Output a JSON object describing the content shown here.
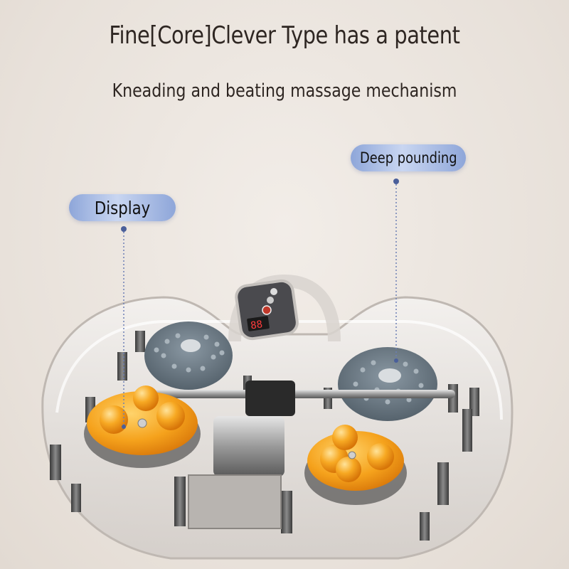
{
  "headline": "Fine[Core]Clever Type has a patent",
  "subheadline": "Kneading and beating massage mechanism",
  "callouts": {
    "display": "Display",
    "deep_pounding": "Deep pounding"
  },
  "device_display_readout": "88",
  "colors": {
    "background": "#ece6e0",
    "callout_blue": "#8ea6d9",
    "kneading_head_orange": "#f5a21c",
    "pad_gray": "#6f7f8c",
    "text_dark": "#2e2622"
  }
}
